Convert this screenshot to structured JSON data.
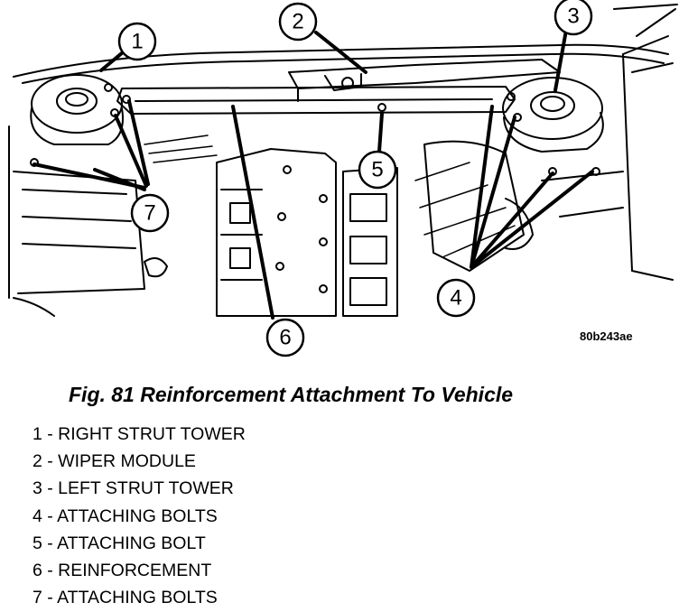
{
  "figure": {
    "image_code": "80b243ae",
    "caption": "Fig. 81 Reinforcement Attachment To Vehicle",
    "callouts": [
      "1",
      "2",
      "3",
      "4",
      "5",
      "6",
      "7"
    ],
    "legend": [
      "1 - RIGHT STRUT TOWER",
      "2 - WIPER MODULE",
      "3 - LEFT STRUT TOWER",
      "4 - ATTACHING BOLTS",
      "5 - ATTACHING BOLT",
      "6 - REINFORCEMENT",
      "7 - ATTACHING BOLTS"
    ]
  }
}
